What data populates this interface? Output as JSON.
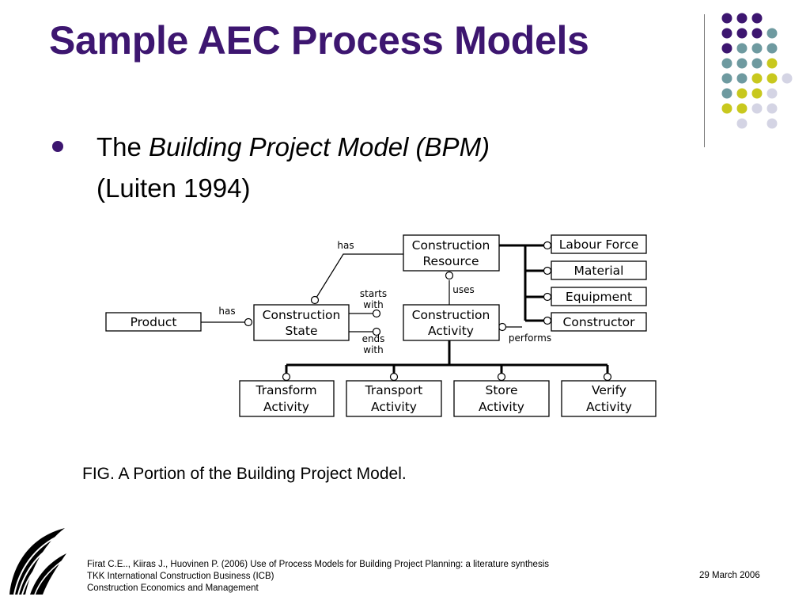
{
  "slide": {
    "title": "Sample AEC Process Models"
  },
  "bullet": {
    "prefix": "The ",
    "italic": "Building Project Model (BPM)",
    "line2": "(Luiten 1994)"
  },
  "diagram": {
    "nodes": {
      "construction_resource": [
        "Construction",
        "Resource"
      ],
      "construction_state": [
        "Construction",
        "State"
      ],
      "construction_activity": [
        "Construction",
        "Activity"
      ],
      "product": [
        "Product"
      ],
      "labour_force": [
        "Labour Force"
      ],
      "material": [
        "Material"
      ],
      "equipment": [
        "Equipment"
      ],
      "constructor": [
        "Constructor"
      ],
      "transform_activity": [
        "Transform",
        "Activity"
      ],
      "transport_activity": [
        "Transport",
        "Activity"
      ],
      "store_activity": [
        "Store",
        "Activity"
      ],
      "verify_activity": [
        "Verify",
        "Activity"
      ]
    },
    "edge_labels": {
      "has_top": "has",
      "has_left": "has",
      "uses": "uses",
      "starts_with": [
        "starts",
        "with"
      ],
      "ends_with": [
        "ends",
        "with"
      ],
      "performs": "performs"
    }
  },
  "caption": "FIG.  A Portion of the Building Project Model.",
  "footer": {
    "line1": "Firat C.E.., Kiiras J., Huovinen P.  (2006) Use of Process Models for Building Project Planning: a literature synthesis",
    "line2": "TKK International Construction Business (ICB)",
    "line3": "Construction Economics and Management",
    "date": "29 March 2006"
  },
  "colors": {
    "title": "#3d1670",
    "dot_purple": "#3d1670",
    "dot_teal": "#6e9aa0",
    "dot_yellow": "#c8c81e",
    "dot_lavender": "#d4d4e4"
  }
}
